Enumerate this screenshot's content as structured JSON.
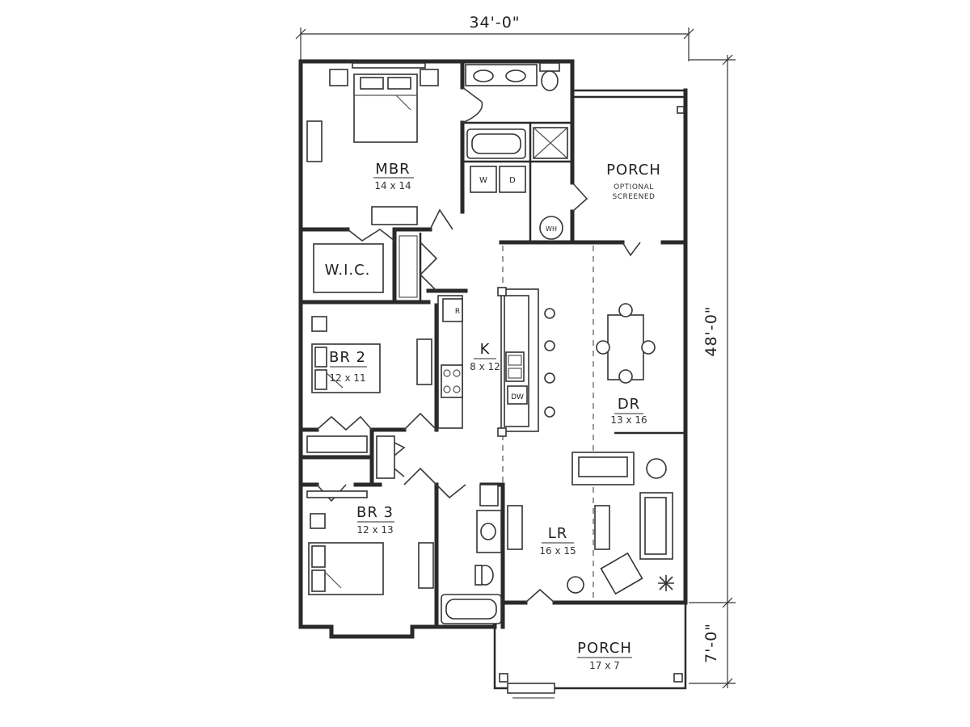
{
  "dimensions": {
    "width_overall": "34'-0\"",
    "depth_main": "48'-0\"",
    "depth_porch": "7'-0\""
  },
  "rooms": {
    "mbr": {
      "name": "MBR",
      "size": "14 x 14"
    },
    "porch_rear": {
      "name": "PORCH",
      "note_1": "OPTIONAL",
      "note_2": "SCREENED"
    },
    "wic": {
      "name": "W.I.C."
    },
    "br2": {
      "name": "BR 2",
      "size": "12 x 11"
    },
    "kitchen": {
      "name": "K",
      "size": "8 x 12"
    },
    "dr": {
      "name": "DR",
      "size": "13 x 16"
    },
    "br3": {
      "name": "BR 3",
      "size": "12 x 13"
    },
    "lr": {
      "name": "LR",
      "size": "16 x 15"
    },
    "porch_front": {
      "name": "PORCH",
      "size": "17 x 7"
    }
  },
  "fixtures": {
    "washer": "W",
    "dryer": "D",
    "water_heater": "WH",
    "refrigerator": "R",
    "dishwasher": "DW"
  }
}
